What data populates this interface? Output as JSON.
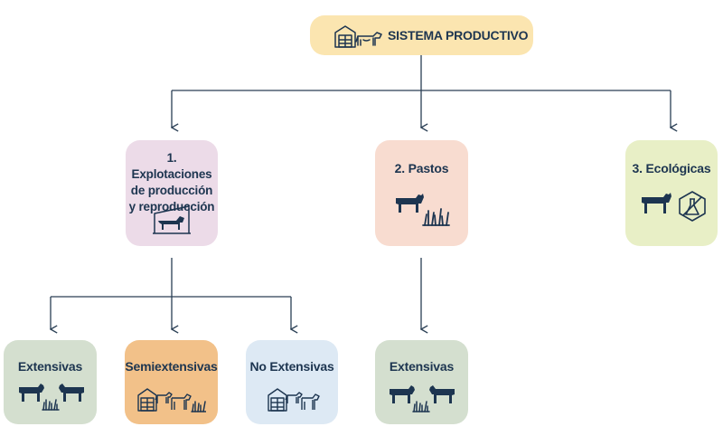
{
  "root": {
    "label": "SISTEMA PRODUCTIVO",
    "icon": "farm-cattle-icon",
    "color": "#fbe5b0"
  },
  "categories": [
    {
      "label": "1. Explotaciones de producción y reproducción",
      "icon": "cattle-barn-icon",
      "color": "#ecdbe8"
    },
    {
      "label": "2. Pastos",
      "icon": "cow-grass-icon",
      "color": "#f8dcd0"
    },
    {
      "label": "3. Ecológicas",
      "icon": "cow-no-chemicals-icon",
      "color": "#e8efc6"
    }
  ],
  "leaves": [
    {
      "label": "Extensivas",
      "icon": "two-cows-grass-icon",
      "color": "#d4dfcf"
    },
    {
      "label": "Semiextensivas",
      "icon": "barn-calf-grass-icon",
      "color": "#f2c189"
    },
    {
      "label": "No Extensivas",
      "icon": "barn-calf-icon",
      "color": "#dde9f4"
    },
    {
      "label": "Extensivas",
      "icon": "two-cows-grass-icon",
      "color": "#d4dfcf"
    }
  ],
  "colors": {
    "text": "#1d3550",
    "line": "#2a3f55",
    "icon": "#1d3550"
  }
}
